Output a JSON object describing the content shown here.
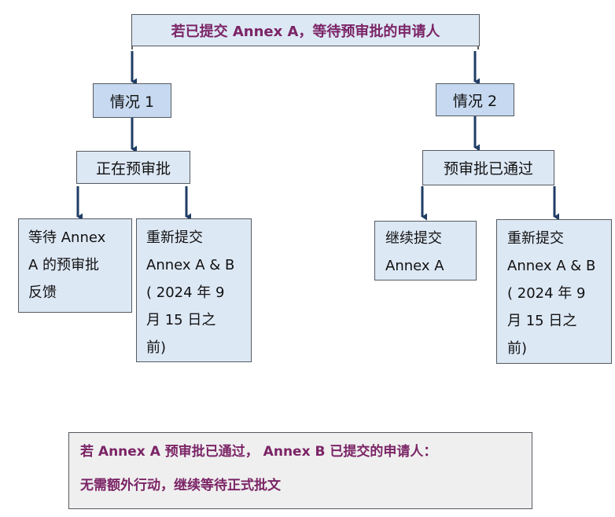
{
  "colors": {
    "title_text": "#7b2466",
    "box_light_blue": "#dde8f5",
    "box_blue": "#c6d9f0",
    "box_grey": "#efefef",
    "arrow": "#1f3d66",
    "line": "#2f2f2f"
  },
  "diagram": {
    "title": "若已提交 Annex A，等待预审批的申请人",
    "case1": {
      "label": "情况 1",
      "status": "正在预审批",
      "option_wait": [
        "等待 Annex",
        "A 的预审批",
        "反馈"
      ],
      "option_resubmit": [
        "重新提交",
        "Annex A & B",
        "( 2024 年 9",
        "月 15 日之",
        "前)"
      ]
    },
    "case2": {
      "label": "情况 2",
      "status": "预审批已通过",
      "option_continue": [
        "继续提交",
        "Annex A"
      ],
      "option_resubmit": [
        "重新提交",
        "Annex A & B",
        "( 2024 年 9",
        "月 15 日之",
        "前)"
      ]
    },
    "note": {
      "line1": "若 Annex A 预审批已通过， Annex B 已提交的申请人：",
      "line2": "无需额外行动，继续等待正式批文"
    }
  }
}
